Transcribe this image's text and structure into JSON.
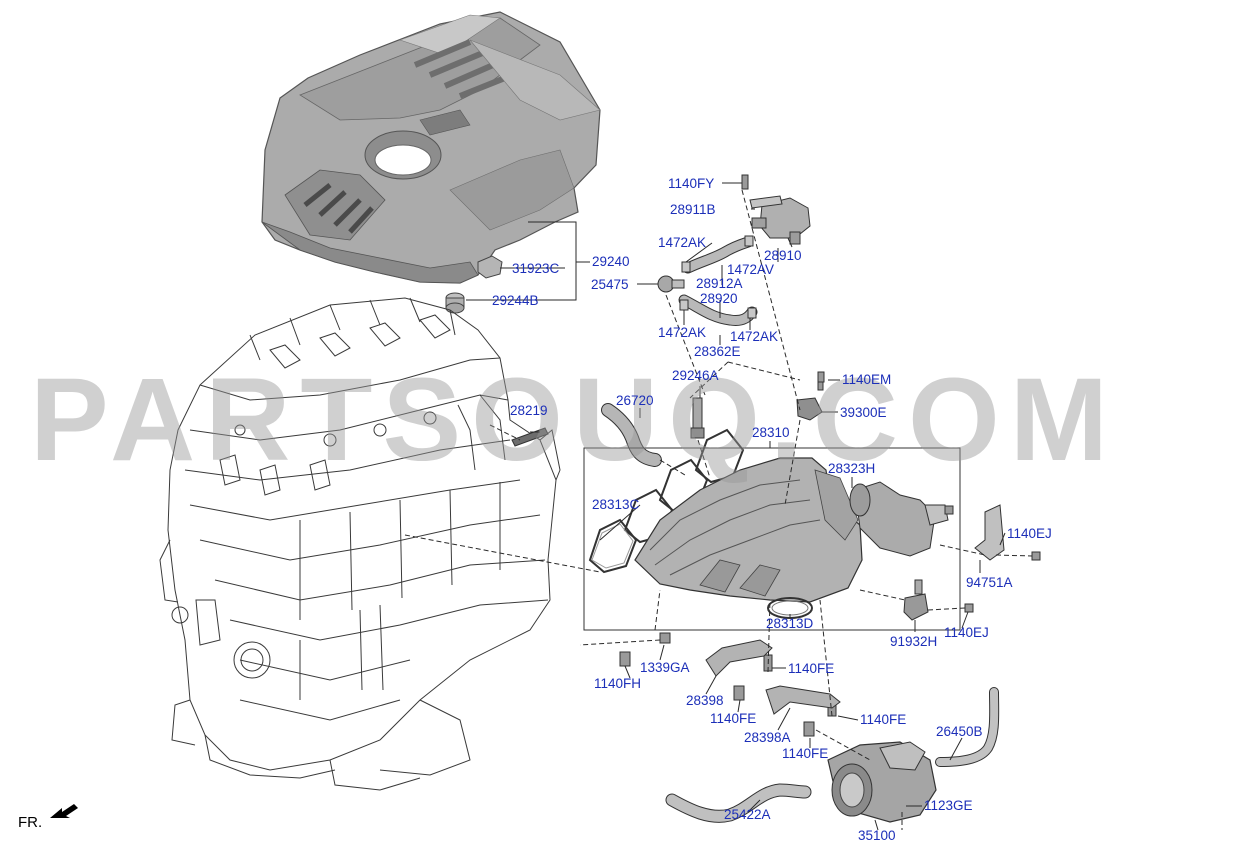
{
  "watermark": "PARTSOUQ.COM",
  "direction_label": "FR.",
  "parts": [
    {
      "id": "p01",
      "code": "1140FY"
    },
    {
      "id": "p02",
      "code": "28911B"
    },
    {
      "id": "p03",
      "code": "1472AK"
    },
    {
      "id": "p04",
      "code": "28910"
    },
    {
      "id": "p05",
      "code": "31923C"
    },
    {
      "id": "p06",
      "code": "29240"
    },
    {
      "id": "p07",
      "code": "1472AV"
    },
    {
      "id": "p08",
      "code": "25475"
    },
    {
      "id": "p09",
      "code": "28912A"
    },
    {
      "id": "p10",
      "code": "28920"
    },
    {
      "id": "p11",
      "code": "29244B"
    },
    {
      "id": "p12",
      "code": "1472AK"
    },
    {
      "id": "p13",
      "code": "1472AK"
    },
    {
      "id": "p14",
      "code": "28362E"
    },
    {
      "id": "p15",
      "code": "29246A"
    },
    {
      "id": "p16",
      "code": "1140EM"
    },
    {
      "id": "p17",
      "code": "28219"
    },
    {
      "id": "p18",
      "code": "26720"
    },
    {
      "id": "p19",
      "code": "39300E"
    },
    {
      "id": "p20",
      "code": "28310"
    },
    {
      "id": "p21",
      "code": "28323H"
    },
    {
      "id": "p22",
      "code": "28313C"
    },
    {
      "id": "p23",
      "code": "1140EJ"
    },
    {
      "id": "p24",
      "code": "94751A"
    },
    {
      "id": "p25",
      "code": "28313D"
    },
    {
      "id": "p26",
      "code": "91932H"
    },
    {
      "id": "p27",
      "code": "1140EJ"
    },
    {
      "id": "p28",
      "code": "1339GA"
    },
    {
      "id": "p29",
      "code": "1140FE"
    },
    {
      "id": "p30",
      "code": "1140FH"
    },
    {
      "id": "p31",
      "code": "28398"
    },
    {
      "id": "p32",
      "code": "1140FE"
    },
    {
      "id": "p33",
      "code": "1140FE"
    },
    {
      "id": "p34",
      "code": "28398A"
    },
    {
      "id": "p35",
      "code": "26450B"
    },
    {
      "id": "p36",
      "code": "1140FE"
    },
    {
      "id": "p37",
      "code": "1123GE"
    },
    {
      "id": "p38",
      "code": "25422A"
    },
    {
      "id": "p39",
      "code": "35100"
    }
  ],
  "colors": {
    "label": "#1c2fb8",
    "line": "#2a2a2a",
    "cover_fill": "#a9a9a9",
    "cover_dark": "#8c8c8c",
    "part_fill": "#b3b3b3",
    "engine_line": "#3a3a3a",
    "watermark": "#969696"
  }
}
